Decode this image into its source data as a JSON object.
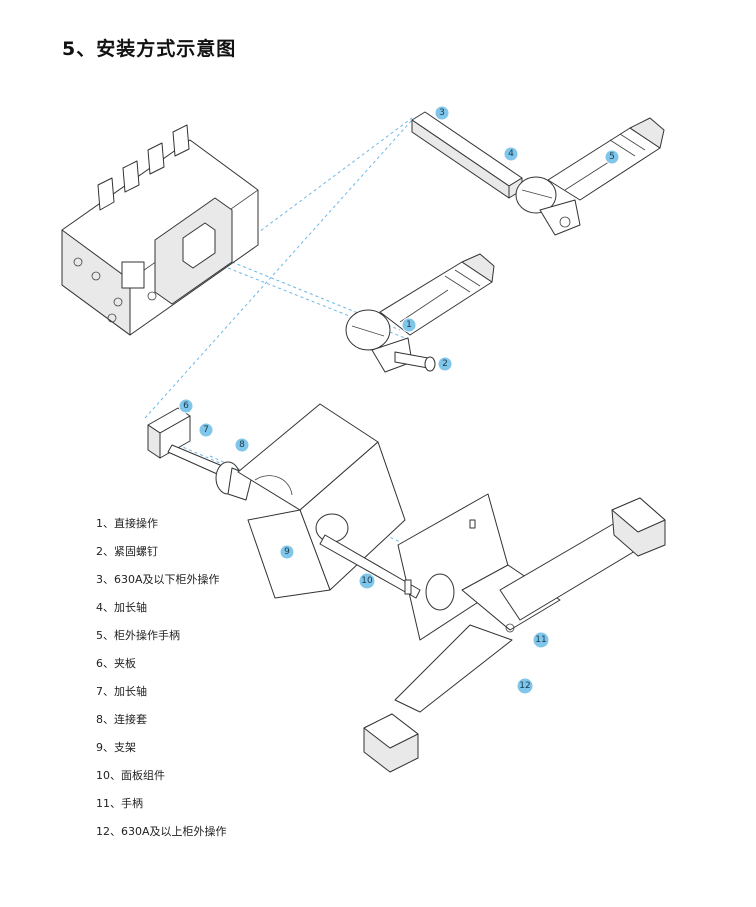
{
  "title": "5、安装方式示意图",
  "legend": [
    "1、直接操作",
    "2、紧固螺钉",
    "3、630A及以下柜外操作",
    "4、加长轴",
    "5、柜外操作手柄",
    "6、夹板",
    "7、加长轴",
    "8、连接套",
    "9、支架",
    "10、面板组件",
    "11、手柄",
    "12、630A及以上柜外操作"
  ],
  "callouts": [
    "1",
    "2",
    "3",
    "4",
    "5",
    "6",
    "7",
    "8",
    "9",
    "10",
    "11",
    "12"
  ],
  "colors": {
    "callout": "#7fc6ea",
    "guide_line": "#6cb8e6",
    "line": "#333333"
  }
}
